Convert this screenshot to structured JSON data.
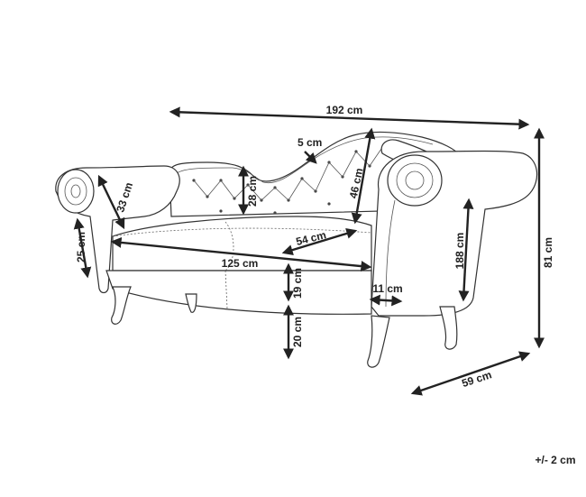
{
  "dimensions": {
    "overall_width": "192 cm",
    "overall_height": "81 cm",
    "depth": "59 cm",
    "backrest_top": "5 cm",
    "armrest_height": "33 cm",
    "backrest_height": "28 cm",
    "back_depth": "46 cm",
    "seat_depth": "54 cm",
    "arm_side_height": "25 cm",
    "seat_width": "125 cm",
    "seat_thickness": "19 cm",
    "leg_height": "20 cm",
    "side_height": "188 cm",
    "leg_offset": "11 cm"
  },
  "tolerance": "+/- 2 cm"
}
